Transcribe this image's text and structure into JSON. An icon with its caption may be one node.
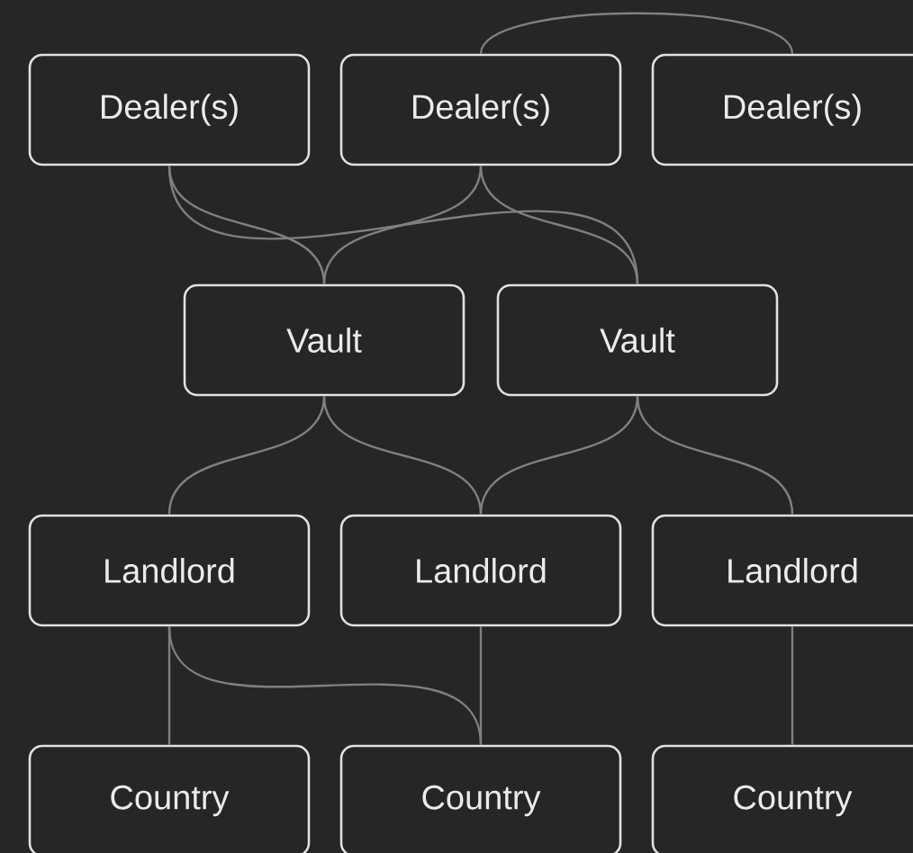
{
  "diagram": {
    "nodes": [
      {
        "text": [
          "Dealer(s)"
        ]
      },
      {
        "text": [
          "Dealer(s)"
        ]
      },
      {
        "text": [
          "Dealer(s)"
        ]
      },
      {
        "text": [
          "Vault"
        ]
      },
      {
        "text": [
          "Vault"
        ]
      },
      {
        "text": [
          "Landlord"
        ]
      },
      {
        "text": [
          "Landlord"
        ]
      },
      {
        "text": [
          "Landlord"
        ]
      },
      {
        "text": [
          "Country"
        ]
      },
      {
        "text": [
          "Country"
        ]
      },
      {
        "text": [
          "Country"
        ]
      }
    ],
    "edges": [
      {
        "from": 1,
        "to": 2,
        "arrow": "none"
      },
      {
        "from": 0,
        "to": 3,
        "arrow": "none"
      },
      {
        "from": 0,
        "to": 4,
        "arrow": "none"
      },
      {
        "from": 1,
        "to": 3,
        "arrow": "none"
      },
      {
        "from": 1,
        "to": 4,
        "arrow": "none"
      },
      {
        "from": 3,
        "to": 5,
        "arrow": "none"
      },
      {
        "from": 3,
        "to": 6,
        "arrow": "none"
      },
      {
        "from": 4,
        "to": 6,
        "arrow": "none"
      },
      {
        "from": 4,
        "to": 7,
        "arrow": "none"
      },
      {
        "from": 5,
        "to": 8,
        "arrow": "none"
      },
      {
        "from": 5,
        "to": 9,
        "arrow": "none"
      },
      {
        "from": 6,
        "to": 9,
        "arrow": "none"
      },
      {
        "from": 7,
        "to": 10,
        "arrow": "none"
      }
    ]
  }
}
